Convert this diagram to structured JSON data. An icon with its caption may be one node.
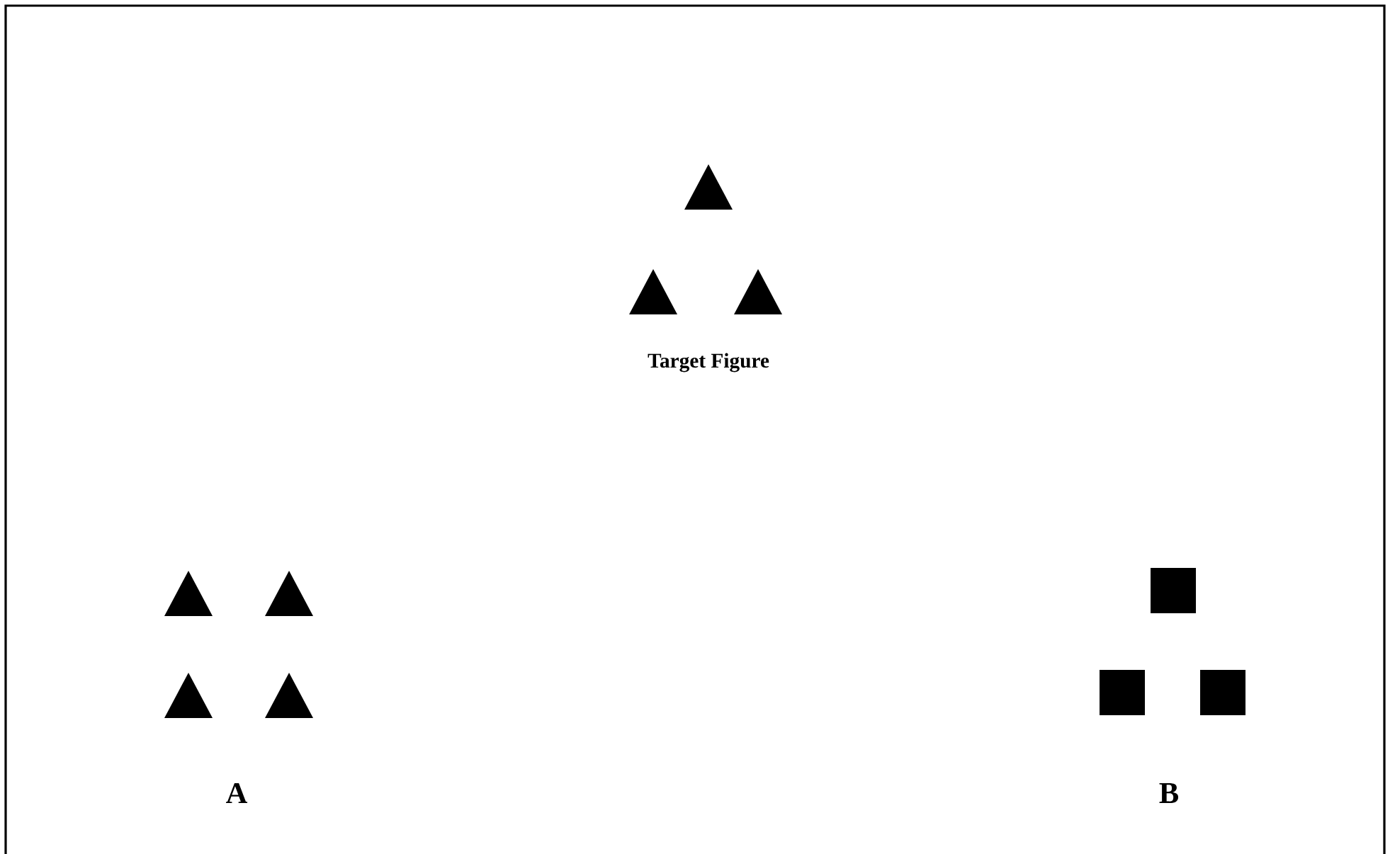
{
  "diagram": {
    "labels": [
      "Target Figure",
      "A",
      "B"
    ]
  }
}
